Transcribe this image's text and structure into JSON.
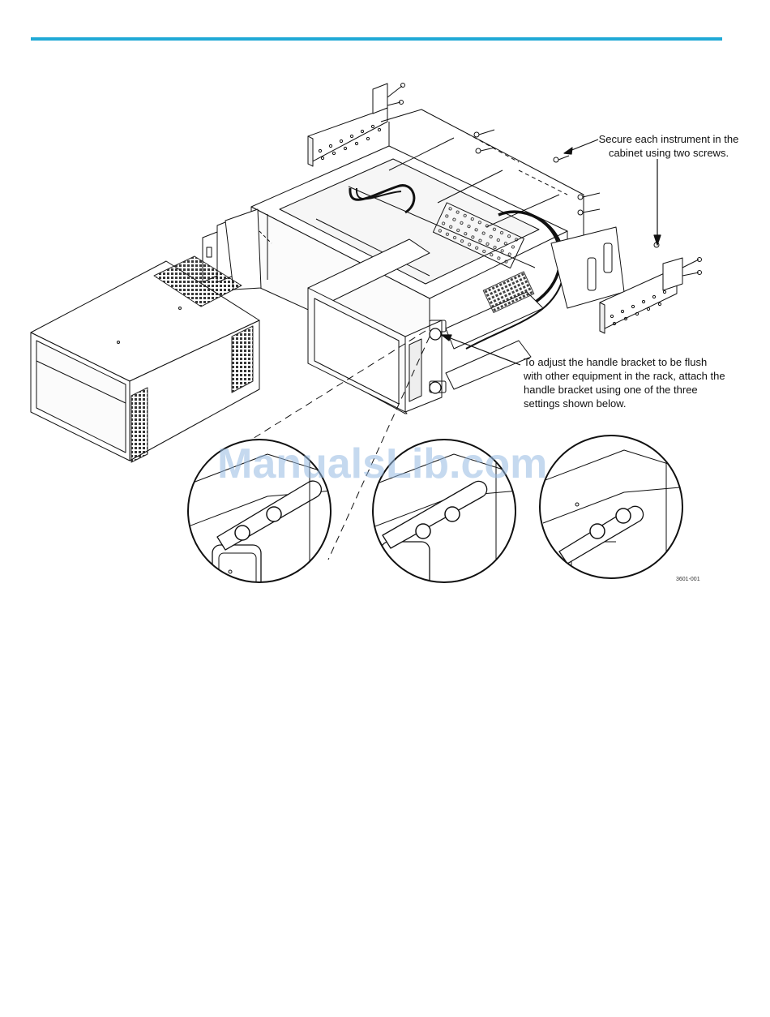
{
  "callouts": {
    "screws": "Secure each instrument in the\ncabinet using two screws.",
    "bracket": "To adjust the handle bracket to be flush\nwith other equipment in the rack, attach the\nhandle bracket using one of the three\nsettings shown below."
  },
  "figure_id": "3601-001",
  "watermark": "ManualsLib.com",
  "accent_color": "#1fa9d6"
}
